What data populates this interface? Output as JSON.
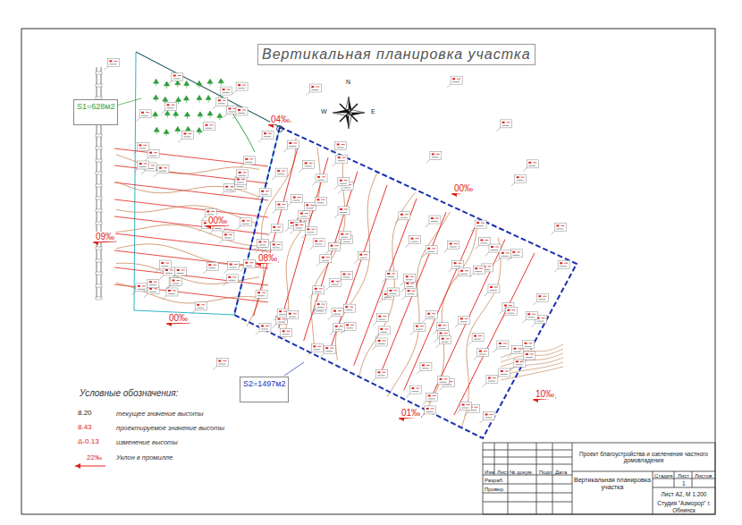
{
  "diagram": {
    "title": "Вертикальная планировка участка",
    "nodes": [
      {
        "text": [
          "Проект благоустройства и озеленения частного домовладения"
        ]
      },
      {
        "text": [
          "Вертикальная планировка участка"
        ]
      },
      {
        "text": [
          "Лист А2, М 1:200"
        ]
      },
      {
        "text": [
          "Студия \"Азморор\" г. Обнинск"
        ]
      }
    ],
    "labels": [
      "N",
      "W",
      "E",
      "04‰",
      "00‰",
      "00‰",
      "08‰",
      "09‰",
      "00‰",
      "01‰",
      "10‰",
      "S1=628м2",
      "S2=1497м2",
      "Условные обозначения:",
      "8.20",
      "8.43",
      "Δ-0.13",
      "22‰",
      "Изм",
      "Лист",
      "№ докум.",
      "Подп",
      "Дата",
      "Разраб.",
      "Провер.",
      "Стадия",
      "Лист",
      "Листов",
      "1"
    ],
    "legend": [
      {
        "text": "текущее значение высоты"
      },
      {
        "text": "проектируемое значение высоты"
      },
      {
        "text": "изменение высоты"
      },
      {
        "text": "Уклон в промилле"
      }
    ]
  }
}
